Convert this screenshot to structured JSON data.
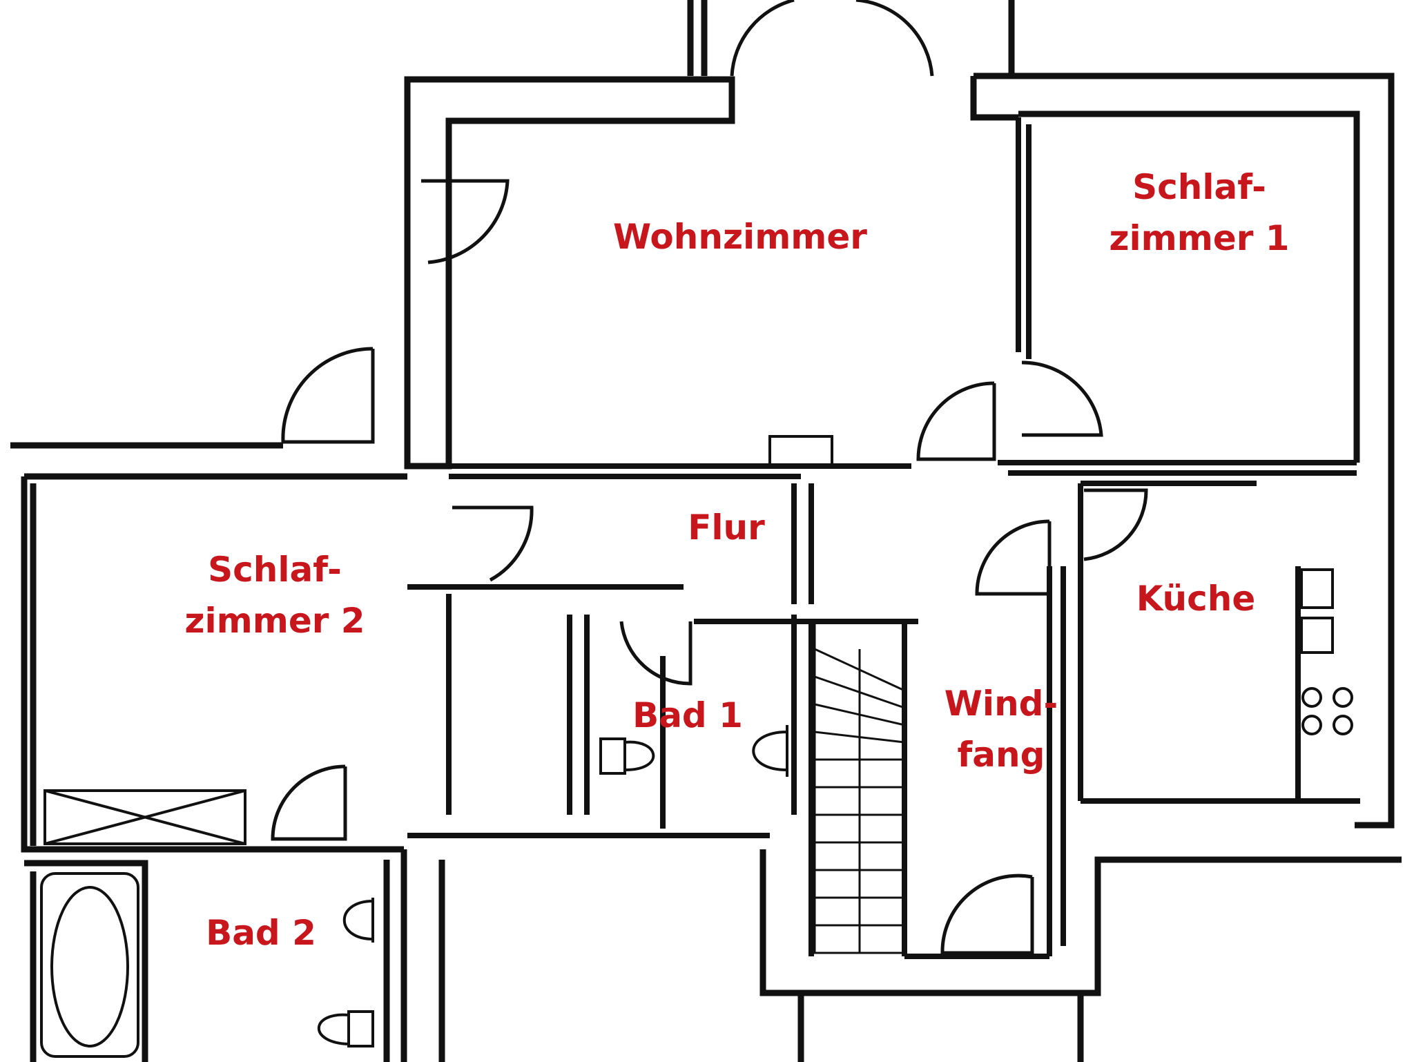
{
  "colors": {
    "wall": "#111111",
    "label": "#c8161d",
    "background": "#ffffff"
  },
  "rooms": {
    "wohnzimmer": {
      "line1": "Wohnzimmer"
    },
    "schlafzimmer1": {
      "line1": "Schlaf-",
      "line2": "zimmer 1"
    },
    "schlafzimmer2": {
      "line1": "Schlaf-",
      "line2": "zimmer 2"
    },
    "flur": {
      "line1": "Flur"
    },
    "kueche": {
      "line1": "Küche"
    },
    "bad1": {
      "line1": "Bad 1"
    },
    "windfang": {
      "line1": "Wind-",
      "line2": "fang"
    },
    "bad2": {
      "line1": "Bad 2"
    }
  }
}
